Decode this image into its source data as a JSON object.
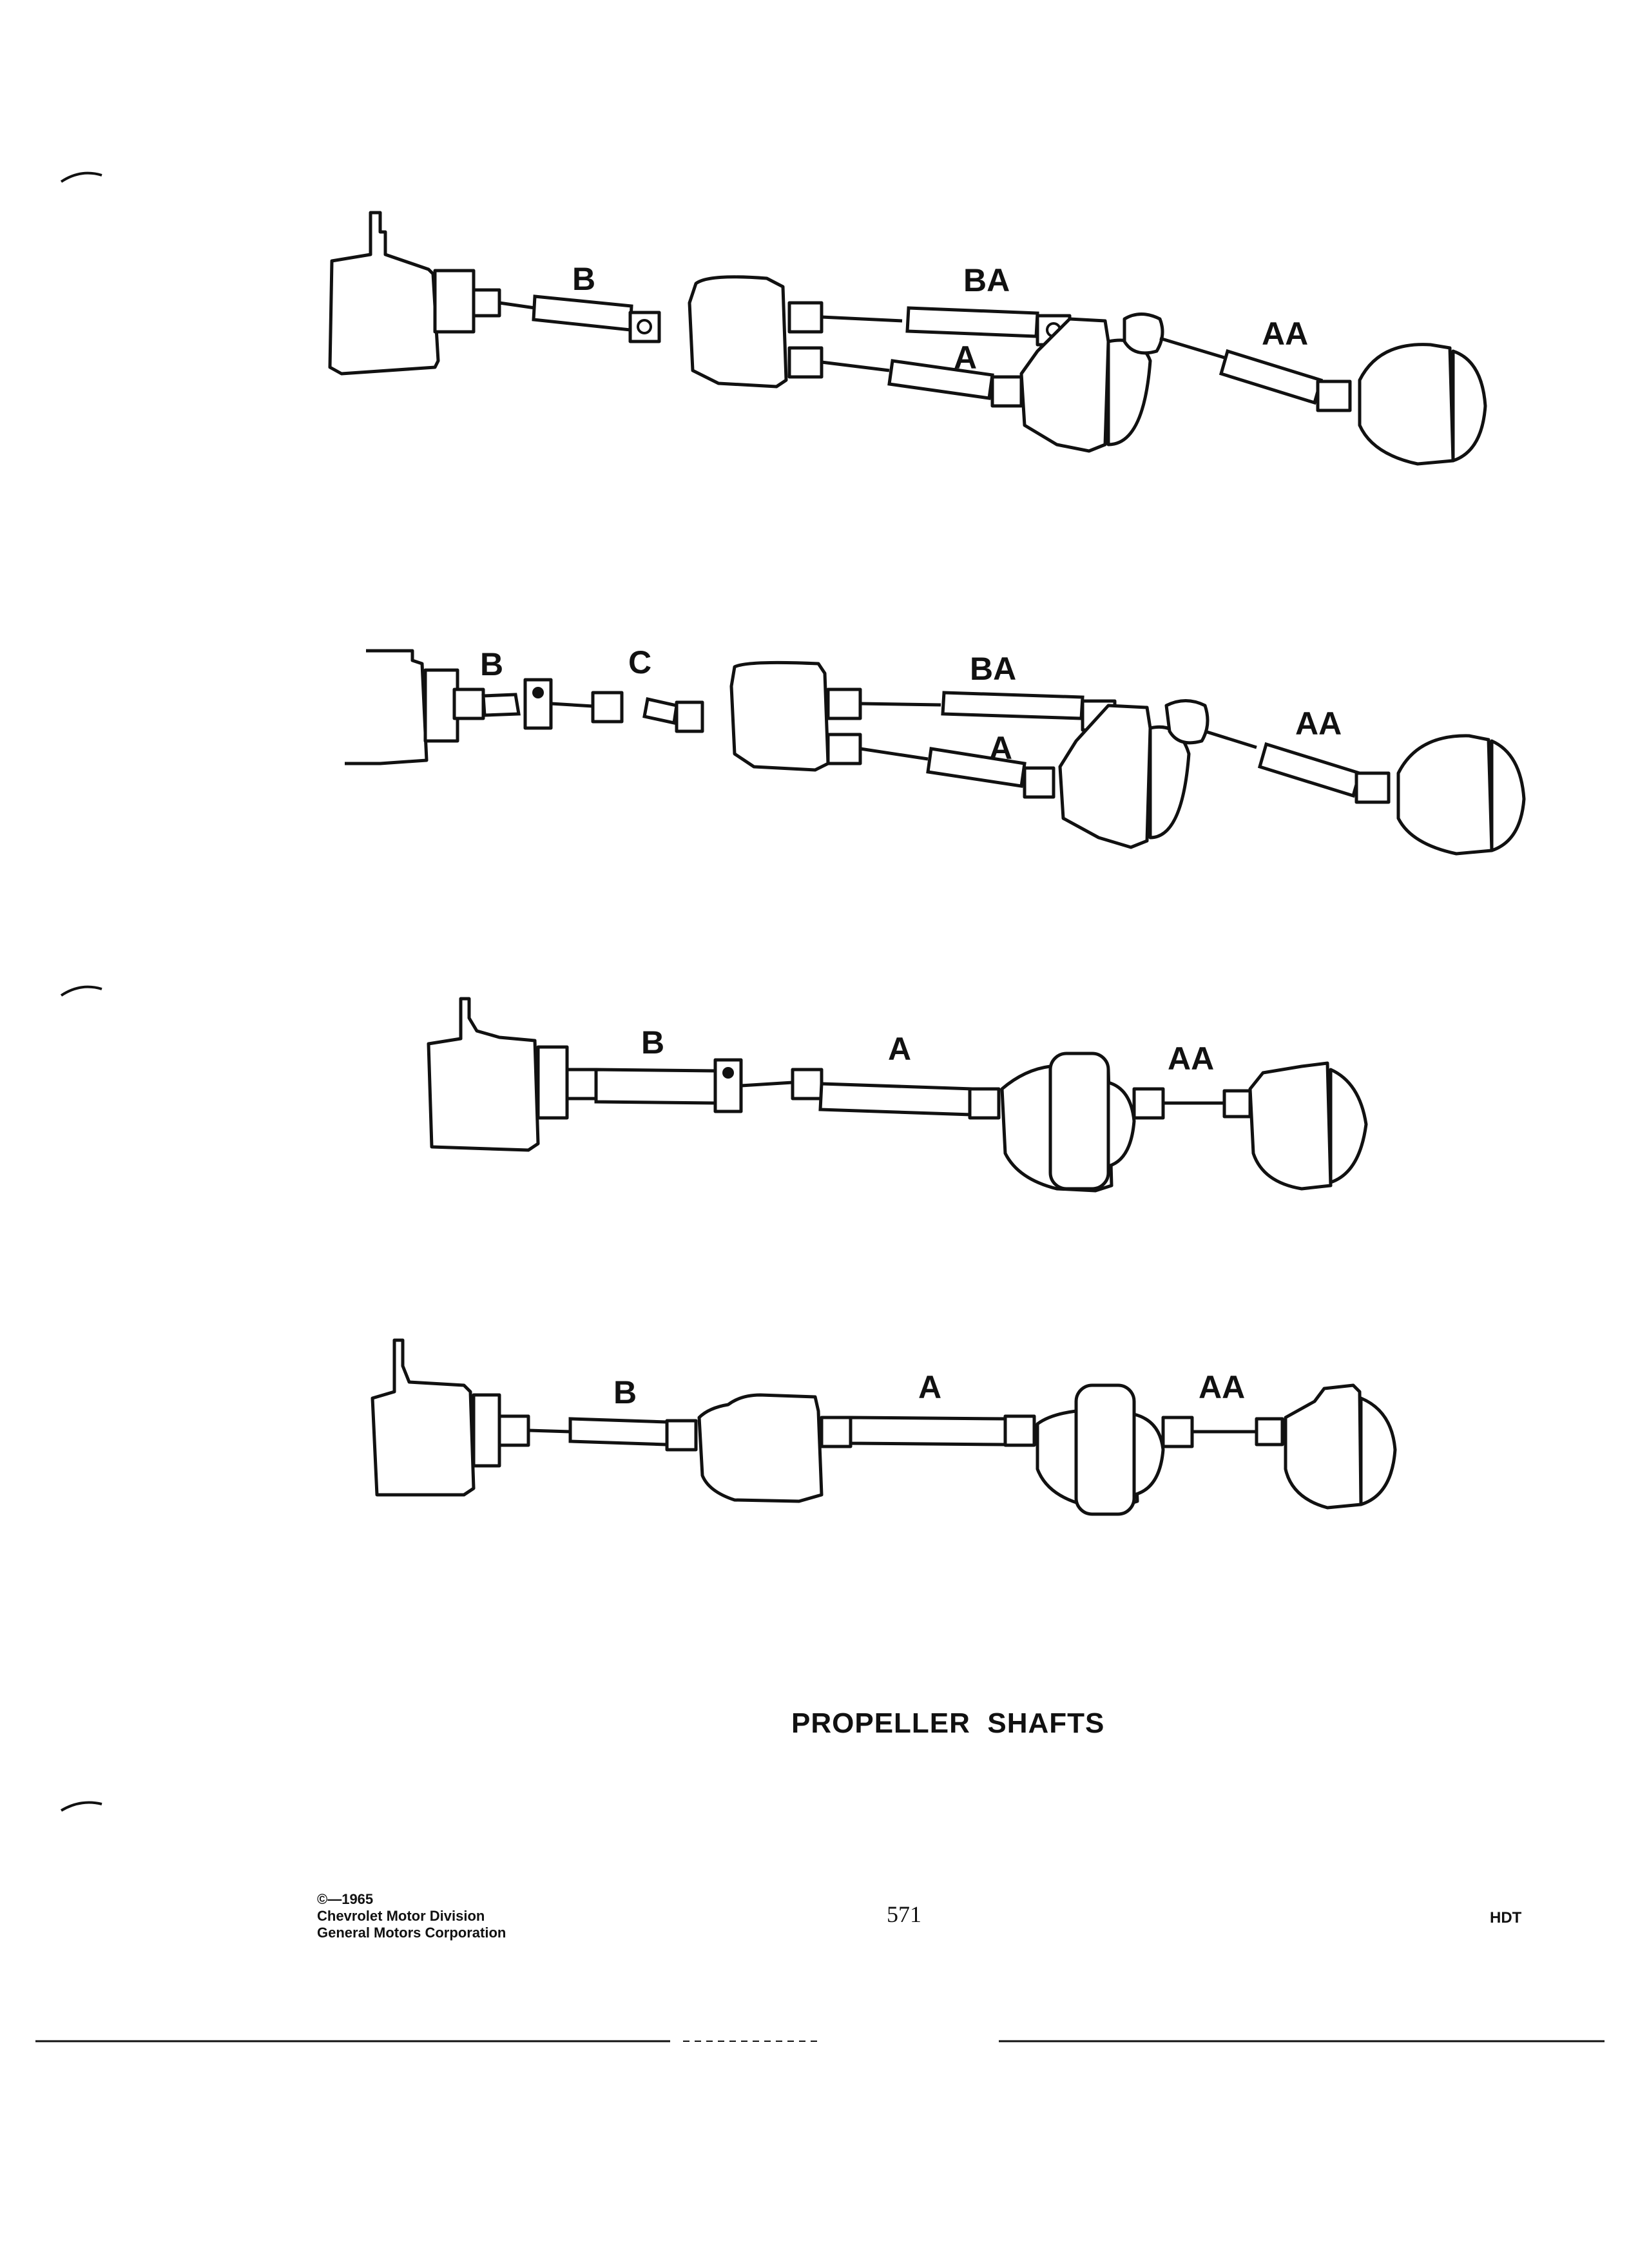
{
  "diagrams": [
    {
      "name": "layout-1",
      "labels": {
        "b": "B",
        "ba": "BA",
        "a": "A",
        "aa": "AA"
      }
    },
    {
      "name": "layout-2",
      "labels": {
        "b": "B",
        "c": "C",
        "ba": "BA",
        "a": "A",
        "aa": "AA"
      }
    },
    {
      "name": "layout-3",
      "labels": {
        "b": "B",
        "a": "A",
        "aa": "AA"
      }
    },
    {
      "name": "layout-4",
      "labels": {
        "b": "B",
        "a": "A",
        "aa": "AA"
      }
    }
  ],
  "title": "PROPELLER  SHAFTS",
  "footer": {
    "copyright_lines": [
      "©—1965",
      "Chevrolet Motor Division",
      "General Motors Corporation"
    ],
    "page_number": "571",
    "code": "HDT"
  }
}
